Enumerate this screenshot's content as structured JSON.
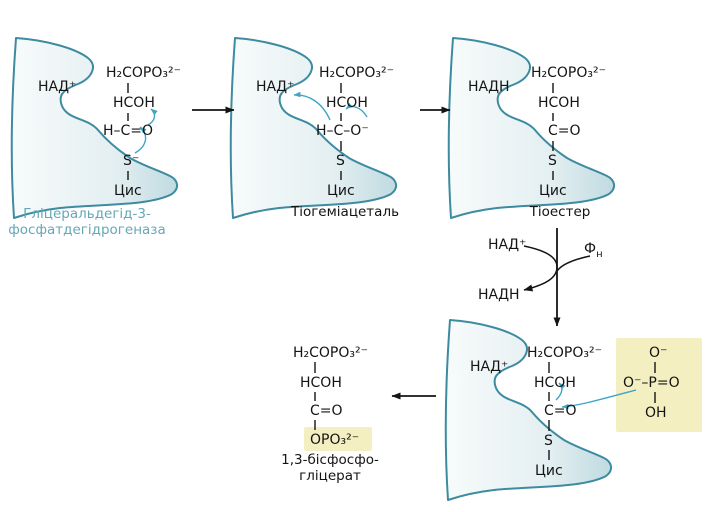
{
  "diagram": {
    "enzyme_label": {
      "line1": "Гліцеральдегід-3-",
      "line2": "фосфатдегідрогеназа"
    },
    "panel1": {
      "cofactor": "НАД⁺",
      "rows": [
        "H₂COPO₃²⁻",
        "HCOH",
        "H–C=O",
        "S⁻",
        "Цис"
      ]
    },
    "panel2": {
      "cofactor": "НАД⁺",
      "rows": [
        "H₂COPO₃²⁻",
        "HCOH",
        "H–C–O⁻",
        "S",
        "Цис"
      ],
      "caption": "Тіогеміацеталь"
    },
    "panel3": {
      "cofactor": "НАДН",
      "rows": [
        "H₂COPO₃²⁻",
        "HCOH",
        "C=O",
        "S",
        "Цис"
      ],
      "caption": "Тіоестер"
    },
    "transfer": {
      "substrate_in": "НАД⁺",
      "phosphate_in": "Ф",
      "phosphate_in_sub": "н",
      "product_out": "НАДН"
    },
    "panel4": {
      "cofactor": "НАД⁺",
      "rows": [
        "H₂COPO₃²⁻",
        "HCOH",
        "C=O",
        "S",
        "Цис"
      ],
      "phosphate": {
        "top": "O⁻",
        "middle": "O⁻–P=O",
        "bottom": "OH"
      }
    },
    "panel5": {
      "rows": [
        "H₂COPO₃²⁻",
        "HCOH",
        "C=O",
        "OPO₃²⁻"
      ],
      "caption_line1": "1,3-бісфосфо-",
      "caption_line2": "гліцерат"
    },
    "colors": {
      "enzyme_outline": "#3d8ba0",
      "enzyme_fill_light": "#f7fbfb",
      "enzyme_fill_dark": "#bfdbe1",
      "mechanism_arrow": "#3fa5c4",
      "highlight": "#f3efc0",
      "enzyme_text": "#66a7b7",
      "ink": "#141414"
    }
  }
}
